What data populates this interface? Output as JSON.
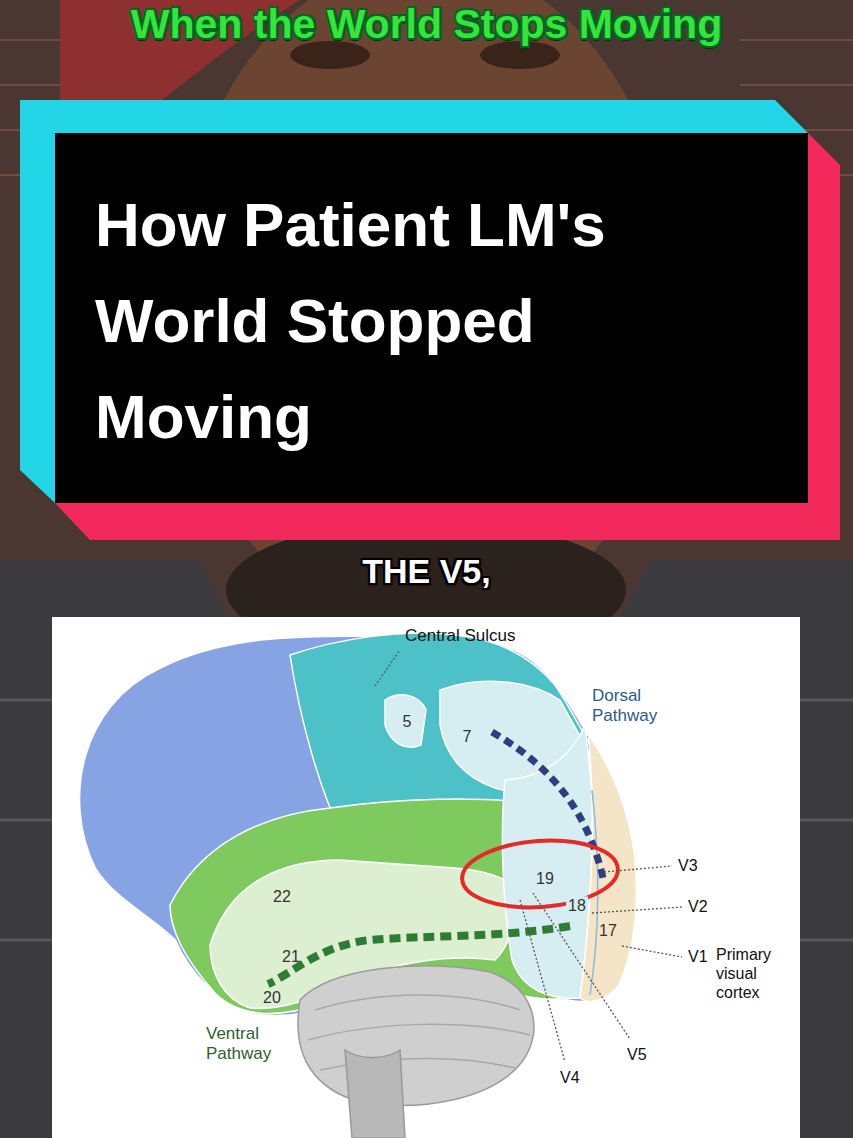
{
  "diagram": {
    "title": "When the World Stops Moving",
    "caption": "THE V5,",
    "nodes": [
      {
        "text": [
          "How Patient LM's World Stopped Moving"
        ]
      }
    ],
    "labels": [
      "Central Sulcus",
      "5",
      "Dorsal Pathway",
      "7",
      "V3",
      "19",
      "22",
      "18",
      "V2",
      "17",
      "21",
      "V1",
      "Primary visual cortex",
      "20",
      "Ventral Pathway",
      "V5",
      "V4"
    ]
  }
}
